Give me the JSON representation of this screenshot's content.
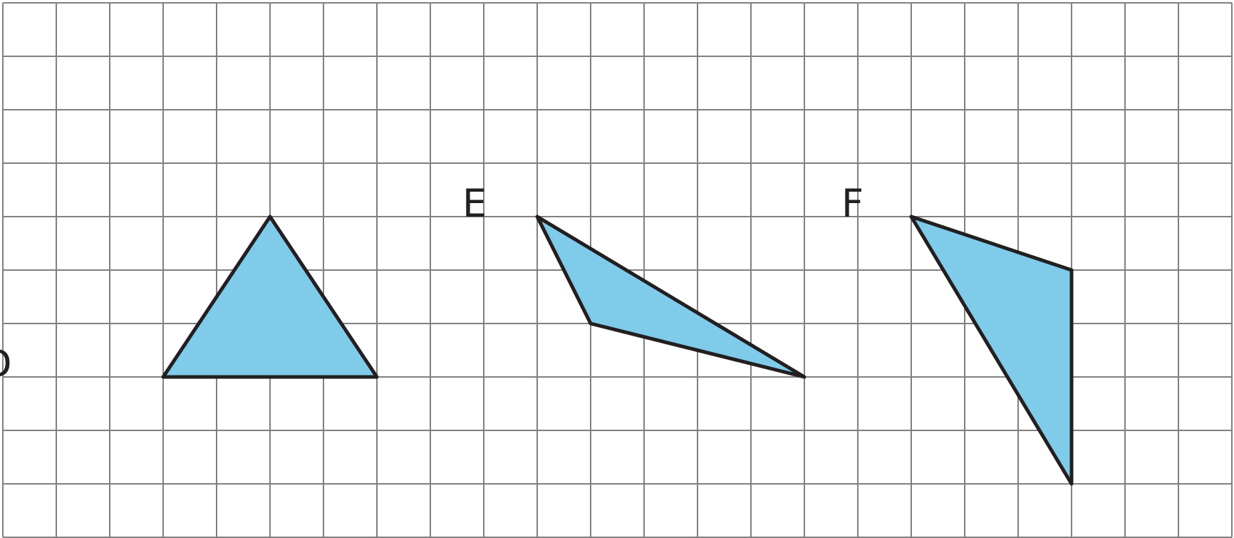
{
  "grid": {
    "columns": 23,
    "rows": 10,
    "line_color": "#808080",
    "background": "#ffffff"
  },
  "shapes": [
    {
      "label": "D",
      "vertices": [
        [
          3,
          7
        ],
        [
          5,
          4
        ],
        [
          7,
          7
        ]
      ],
      "fill": "#7fcbea",
      "stroke": "#231f20"
    },
    {
      "label": "E",
      "vertices": [
        [
          10,
          4
        ],
        [
          11,
          6
        ],
        [
          15,
          7
        ]
      ],
      "fill": "#7fcbea",
      "stroke": "#231f20"
    },
    {
      "label": "F",
      "vertices": [
        [
          17,
          4
        ],
        [
          20,
          5
        ],
        [
          20,
          9
        ]
      ],
      "fill": "#7fcbea",
      "stroke": "#231f20"
    }
  ]
}
